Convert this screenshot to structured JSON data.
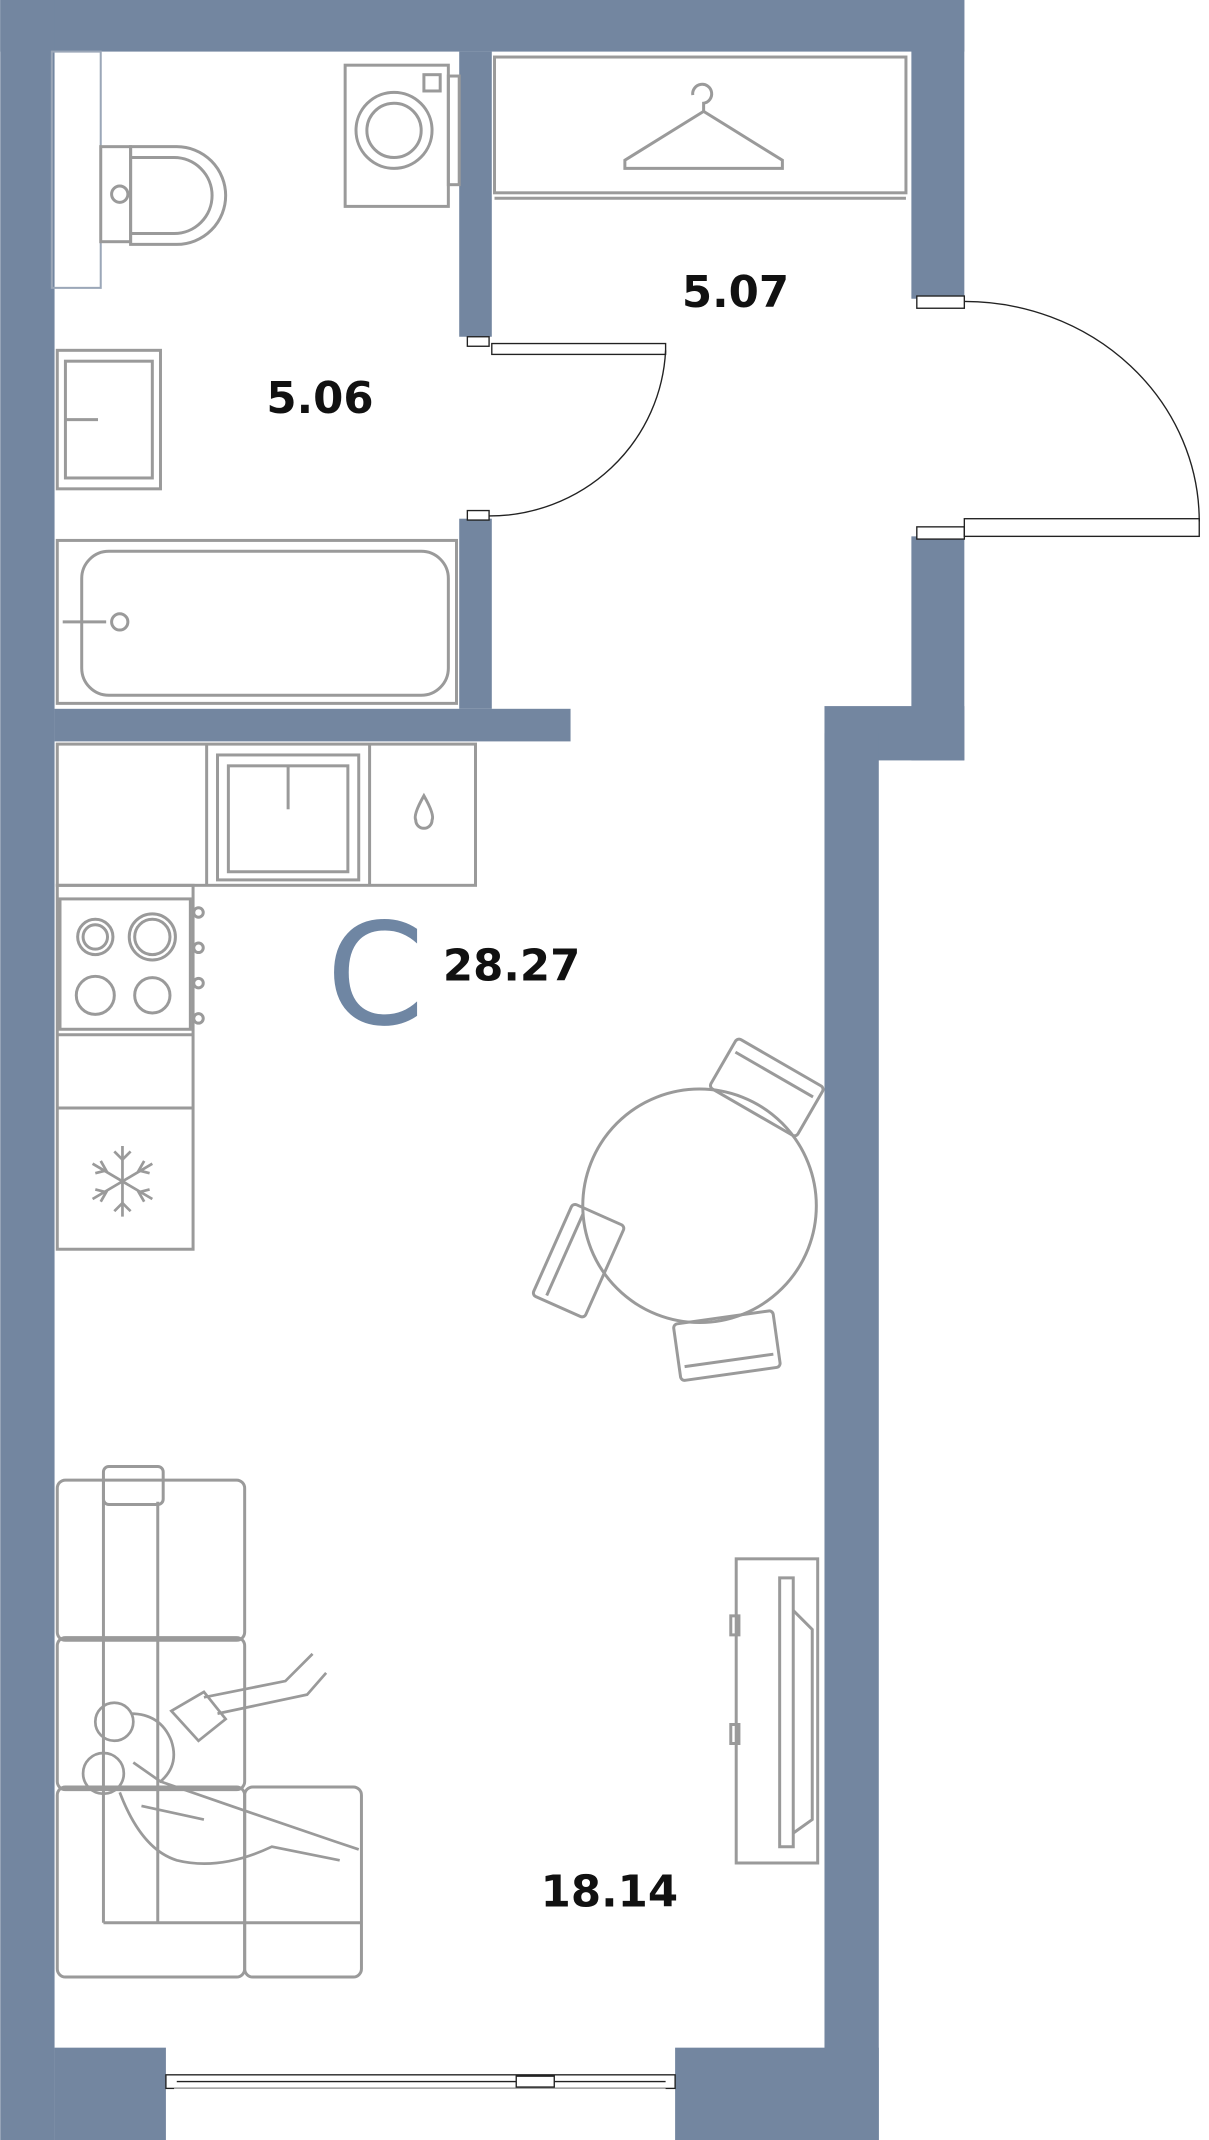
{
  "plan": {
    "type_letter": "С",
    "total_area": "28.27",
    "rooms": {
      "bathroom": {
        "area": "5.06"
      },
      "hallway": {
        "area": "5.07"
      },
      "living": {
        "area": "18.14"
      }
    }
  },
  "colors": {
    "wall": "#7386a0",
    "furniture": "#9a9a9a",
    "line": "#222222",
    "text": "#111111",
    "accent": "#6f86a3"
  },
  "icons": [
    "hanger-icon",
    "washing-machine-icon",
    "toilet-icon",
    "sink-icon",
    "bathtub-icon",
    "kitchen-sink-icon",
    "water-drop-icon",
    "stove-icon",
    "snowflake-icon",
    "dining-table-icon",
    "sofa-icon",
    "people-icon",
    "tv-icon"
  ]
}
